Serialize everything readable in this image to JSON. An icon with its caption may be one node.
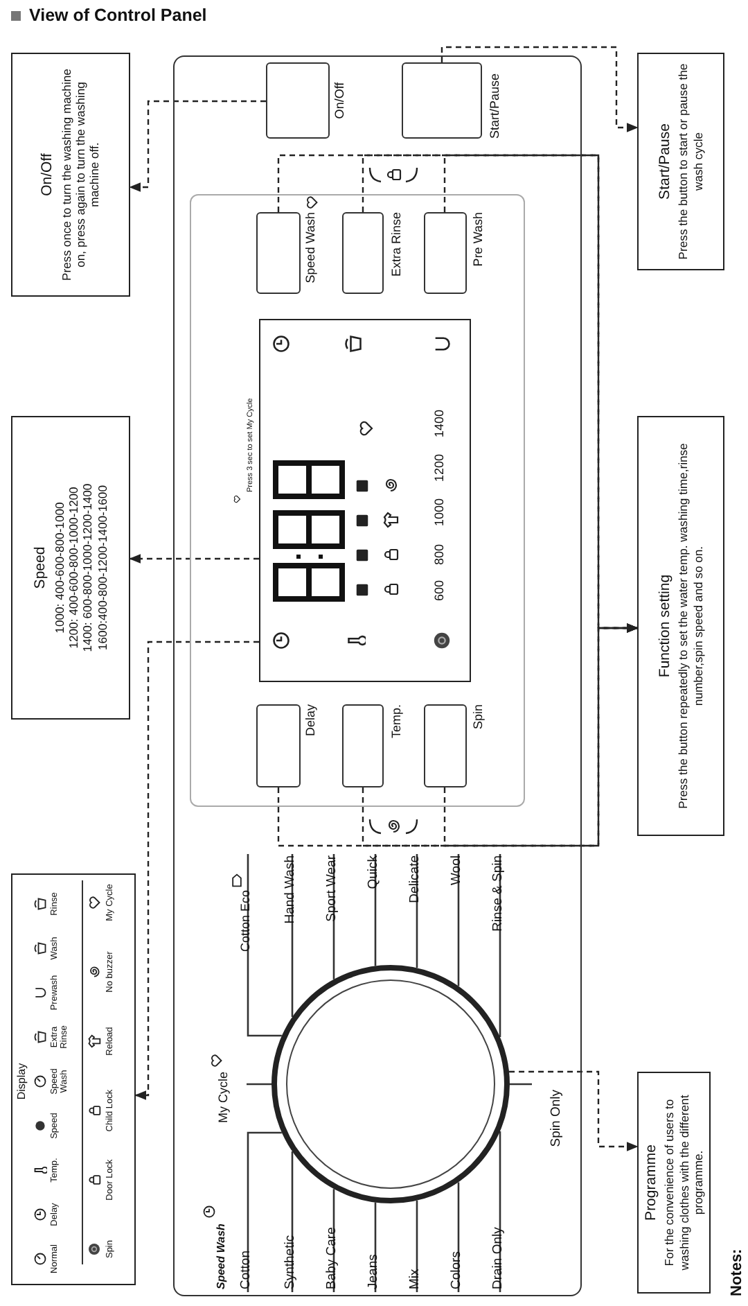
{
  "diagram": {
    "title": "View of Control Panel",
    "nodes": [
      {
        "text": [
          "On/Off",
          "Press once to turn the washing machine on, press again to turn the washing machine off."
        ]
      },
      {
        "text": [
          "Speed",
          "1000: 400-600-800-1000",
          "1200: 400-600-800-1000-1200",
          "1400: 600-800-1000-1200-1400",
          "1600:400-800-1200-1400-1600"
        ]
      },
      {
        "text": [
          "Display",
          "Normal",
          "Delay",
          "Temp.",
          "Speed",
          "Speed Wash",
          "Extra Rinse",
          "Prewash",
          "Wash",
          "Rinse",
          "Spin",
          "Door Lock",
          "Child Lock",
          "Reload",
          "No buzzer",
          "My Cycle"
        ]
      },
      {
        "text": [],
        "shape": "box"
      },
      {
        "text": [],
        "shape": "box",
        "beside": [
          "On/Off"
        ],
        "in": 3
      },
      {
        "text": [],
        "shape": "box",
        "beside": [
          "Start/Pause"
        ],
        "in": 3
      },
      {
        "text": [],
        "shape": "box",
        "in": 3
      },
      {
        "text": [],
        "shape": "box",
        "beside": [
          "Speed Wash"
        ],
        "in": 6
      },
      {
        "text": [],
        "shape": "box",
        "beside": [
          "Extra Rinse"
        ],
        "in": 6
      },
      {
        "text": [],
        "shape": "box",
        "beside": [
          "Pre Wash"
        ],
        "in": 6
      },
      {
        "text": [
          "600",
          "800",
          "1000",
          "1200",
          "1400"
        ],
        "in": 6
      },
      {
        "text": [],
        "shape": "box",
        "beside": [
          "Delay"
        ],
        "in": 6
      },
      {
        "text": [],
        "shape": "box",
        "beside": [
          "Temp."
        ],
        "in": 6
      },
      {
        "text": [],
        "shape": "box",
        "beside": [
          "Spin"
        ],
        "in": 6
      },
      {
        "text": [],
        "shape": "circle",
        "in": 3
      },
      {
        "text": [
          "Function setting",
          "Press the button repeatedly to set the water temp. washing time,rinse number,spin speed and so on."
        ]
      },
      {
        "text": [
          "Start/Pause",
          "Press the button to start or pause the wash cycle"
        ]
      },
      {
        "text": [
          "Programme",
          "For the convenience of users to washing clothes with the different programme."
        ]
      }
    ],
    "edges": [
      {
        "from": 4,
        "to": 0,
        "arrow": "to",
        "style": "dashed"
      },
      {
        "from": 5,
        "to": 16,
        "arrow": "to",
        "style": "dashed"
      },
      {
        "from": 10,
        "to": 1,
        "arrow": "to",
        "style": "dashed"
      },
      {
        "from": 10,
        "to": 2,
        "arrow": "to",
        "style": "dashed"
      },
      {
        "from": 7,
        "to": 15,
        "arrow": "to",
        "style": "dashed"
      },
      {
        "from": 8,
        "to": 15,
        "arrow": "to",
        "style": "dashed"
      },
      {
        "from": 9,
        "to": 15,
        "arrow": "to",
        "style": "dashed"
      },
      {
        "from": 11,
        "to": 15,
        "arrow": "to",
        "style": "dashed"
      },
      {
        "from": 12,
        "to": 15,
        "arrow": "to",
        "style": "dashed"
      },
      {
        "from": 13,
        "to": 15,
        "arrow": "to",
        "style": "dashed"
      },
      {
        "from": 14,
        "to": 17,
        "arrow": "to",
        "style": "dashed"
      }
    ],
    "labels": [
      "Press 3 sec to set My Cycle",
      "My Cycle",
      "Speed Wash",
      "Cotton",
      "Synthetic",
      "Baby Care",
      "Jeans",
      "Mix",
      "Colors",
      "Drain Only",
      "Spin Only",
      "Cotton Eco",
      "Hand Wash",
      "Sport Wear",
      "Quick",
      "Delicate",
      "Wool",
      "Rinse & Spin",
      "Notes:"
    ]
  }
}
